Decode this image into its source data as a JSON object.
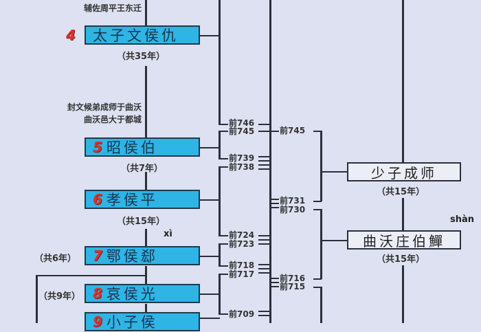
{
  "notes": {
    "top_line2": "辅佐周平王东迁",
    "chengshi_1": "封文候弟成师于曲沃",
    "chengshi_2": "曲沃邑大于都城"
  },
  "rulers_left": [
    {
      "badge": "4",
      "name": "太子文侯仇",
      "years": "（共35年）"
    },
    {
      "badge": "5",
      "name": "昭侯伯",
      "years": "（共7年）"
    },
    {
      "badge": "6",
      "name": "孝侯平",
      "years": "（共15年）",
      "pinyin_below": "xì"
    },
    {
      "badge": "7",
      "name": "鄂侯郄",
      "years": "（共6年）"
    },
    {
      "badge": "8",
      "name": "哀侯光",
      "years": "（共9年）"
    },
    {
      "badge": "9",
      "name": "小子侯",
      "years": ""
    }
  ],
  "rulers_right": [
    {
      "name": "少子成师",
      "years": "（共15年）"
    },
    {
      "name": "曲沃庄伯鱓",
      "years": "（共15年）",
      "pinyin": "shàn"
    }
  ],
  "year_marks_col1": [
    "前746",
    "前745",
    "前739",
    "前738",
    "前724",
    "前723",
    "前718",
    "前717",
    "前709"
  ],
  "year_marks_col2": [
    "前745",
    "前731",
    "前730",
    "前716",
    "前715"
  ],
  "colors": {
    "background": "#dde1f1",
    "ruler_box": "#2fb4e6",
    "ruler_border": "#1f3b4d",
    "badge": "#d9332e",
    "line": "#2b2f3a"
  }
}
